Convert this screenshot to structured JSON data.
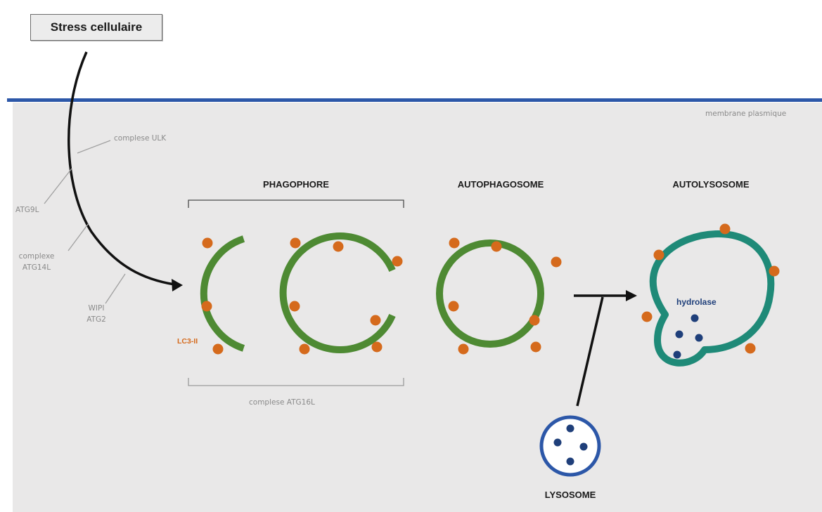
{
  "stress_box": {
    "label": "Stress cellulaire"
  },
  "membrane": {
    "label": "membrane plasmique",
    "color": "#2c57a8"
  },
  "complexes": {
    "ulk": "complese ULK",
    "atg9": "ATG9L",
    "atg14_line1": "complexe",
    "atg14_line2": "ATG14L",
    "wipi_line1": "WIPI",
    "wipi_line2": "ATG2"
  },
  "stages": {
    "phagophore": "PHAGOPHORE",
    "autophagosome": "AUTOPHAGOSOME",
    "autolysosome": "AUTOLYSOSOME",
    "lysosome": "LYSOSOME"
  },
  "labels": {
    "lc3": "LC3-II",
    "hydrolase": "hydrolase",
    "atg16": "complese ATG16L"
  },
  "colors": {
    "background": "#e9e8e8",
    "phagophore_green": "#4e8a33",
    "lc3_orange": "#d56a1c",
    "autolysosome_teal": "#1f8a78",
    "lysosome_blue": "#2c57a8",
    "hydrolase_navy": "#1f3f7a",
    "text_dark": "#1a1a1a",
    "text_grey": "#8a8a8a"
  }
}
